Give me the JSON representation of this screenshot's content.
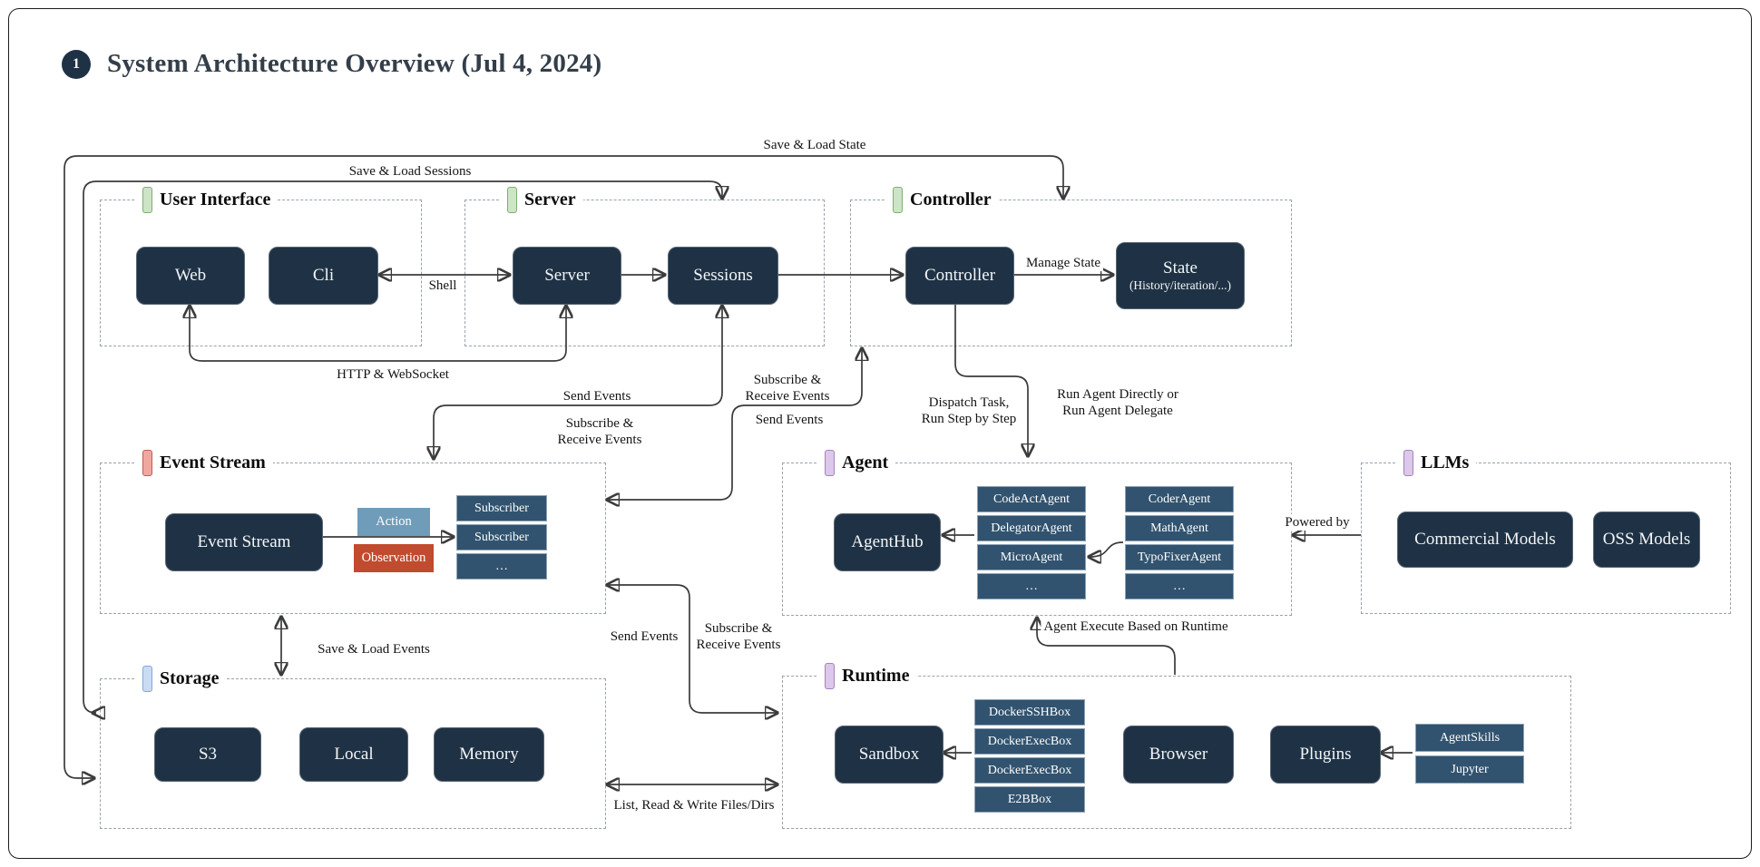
{
  "title": {
    "badge": "1",
    "text": "System Architecture Overview (Jul 4, 2024)"
  },
  "groups": {
    "user_interface": {
      "label": "User Interface"
    },
    "server": {
      "label": "Server"
    },
    "controller": {
      "label": "Controller"
    },
    "event_stream": {
      "label": "Event Stream"
    },
    "agent": {
      "label": "Agent"
    },
    "llms": {
      "label": "LLMs"
    },
    "storage": {
      "label": "Storage"
    },
    "runtime": {
      "label": "Runtime"
    }
  },
  "nodes": {
    "web": "Web",
    "cli": "Cli",
    "server": "Server",
    "sessions": "Sessions",
    "controller": "Controller",
    "state": "State",
    "state_sub": "(History/iteration/...)",
    "event_stream": "Event Stream",
    "action": "Action",
    "observation": "Observation",
    "agenthub": "AgentHub",
    "commercial_models": "Commercial Models",
    "oss_models": "OSS Models",
    "s3": "S3",
    "local": "Local",
    "memory": "Memory",
    "sandbox": "Sandbox",
    "browser": "Browser",
    "plugins": "Plugins"
  },
  "stacks": {
    "subscribers": [
      "Subscriber",
      "Subscriber",
      "…"
    ],
    "agents_a": [
      "CodeActAgent",
      "DelegatorAgent",
      "MicroAgent",
      "…"
    ],
    "agents_b": [
      "CoderAgent",
      "MathAgent",
      "TypoFixerAgent",
      "…"
    ],
    "sandboxes": [
      "DockerSSHBox",
      "DockerExecBox",
      "DockerExecBox",
      "E2BBox"
    ],
    "plugin_kinds": [
      "AgentSkills",
      "Jupyter"
    ]
  },
  "edge_labels": {
    "save_load_state": "Save & Load State",
    "save_load_sessions": "Save & Load Sessions",
    "shell": "Shell",
    "http_websocket": "HTTP & WebSocket",
    "manage_state": "Manage State",
    "send_events": "Send Events",
    "subscribe_line1": "Subscribe &",
    "subscribe_line2": "Receive Events",
    "dispatch_line1": "Dispatch Task,",
    "dispatch_line2": "Run Step by Step",
    "run_agent_line1": "Run Agent Directly or",
    "run_agent_line2": "Run Agent Delegate",
    "powered_by": "Powered by",
    "save_load_events": "Save & Load Events",
    "agent_execute": "Agent Execute Based on Runtime",
    "list_rw": "List, Read & Write Files/Dirs"
  },
  "colors": {
    "node_bg": "#1f3245",
    "stack_bg": "#31536f",
    "action_bg": "#6f9cb8",
    "observation_bg": "#c14b2e",
    "accent_green": "#cde4c6",
    "accent_red": "#f0a79e",
    "accent_blue": "#c9dcf3",
    "accent_purple": "#dcc8ea",
    "line": "#3b3b3b"
  }
}
